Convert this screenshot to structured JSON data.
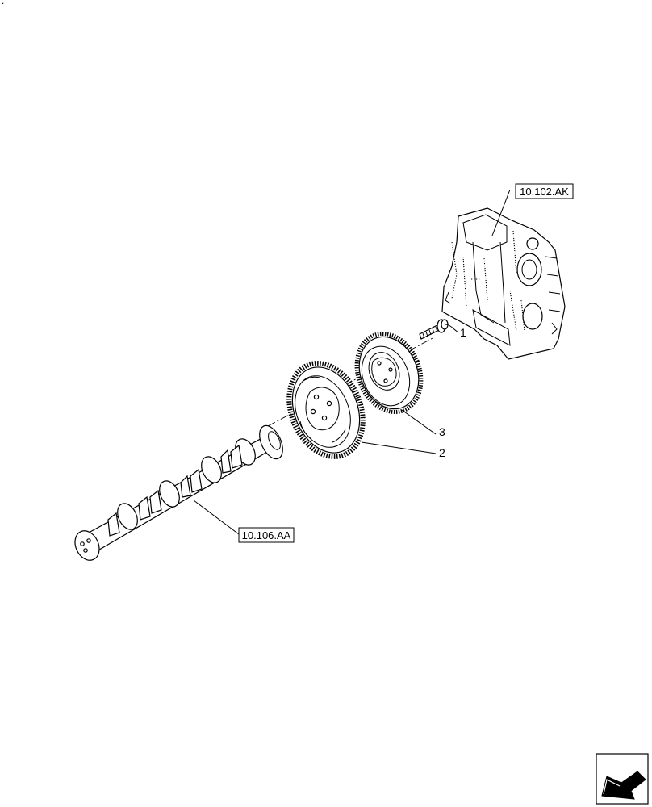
{
  "corner_mark": ".",
  "references": {
    "front_cover": "10.102.AK",
    "camshaft": "10.106.AA"
  },
  "callouts": {
    "bolt": "1",
    "gear_large": "2",
    "gear_small": "3"
  },
  "icons": {
    "view_direction": "arrow-icon"
  }
}
